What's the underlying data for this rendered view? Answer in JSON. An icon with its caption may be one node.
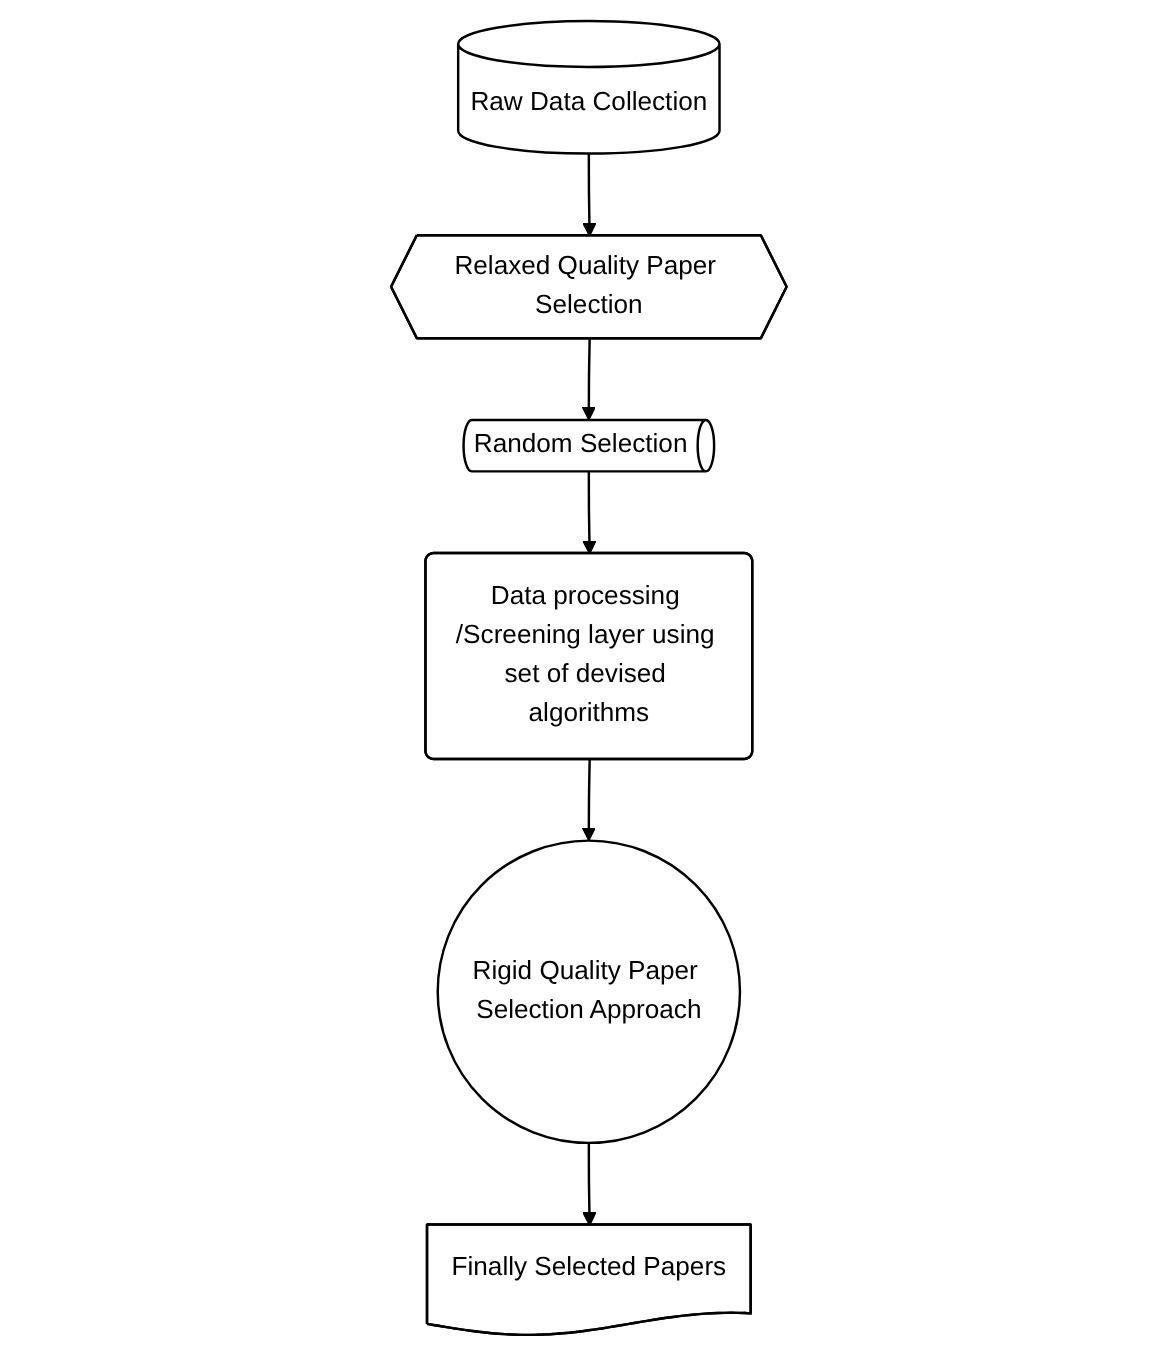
{
  "diagram": {
    "nodes": [
      {
        "text": [
          "Raw Data Collection"
        ]
      },
      {
        "text": [
          "Relaxed Quality Paper Selection"
        ]
      },
      {
        "text": [
          "Random Selection"
        ]
      },
      {
        "text": [
          "Data processing /Screening layer using set of devised algorithms"
        ]
      },
      {
        "text": [
          "Rigid Quality Paper Selection Approach"
        ]
      },
      {
        "text": [
          "Finally Selected Papers"
        ]
      }
    ],
    "edges": [
      {
        "from": 0,
        "to": 1,
        "arrow": "to"
      },
      {
        "from": 1,
        "to": 2,
        "arrow": "to"
      },
      {
        "from": 2,
        "to": 3,
        "arrow": "to"
      },
      {
        "from": 3,
        "to": 4,
        "arrow": "to"
      },
      {
        "from": 4,
        "to": 5,
        "arrow": "to"
      }
    ]
  }
}
